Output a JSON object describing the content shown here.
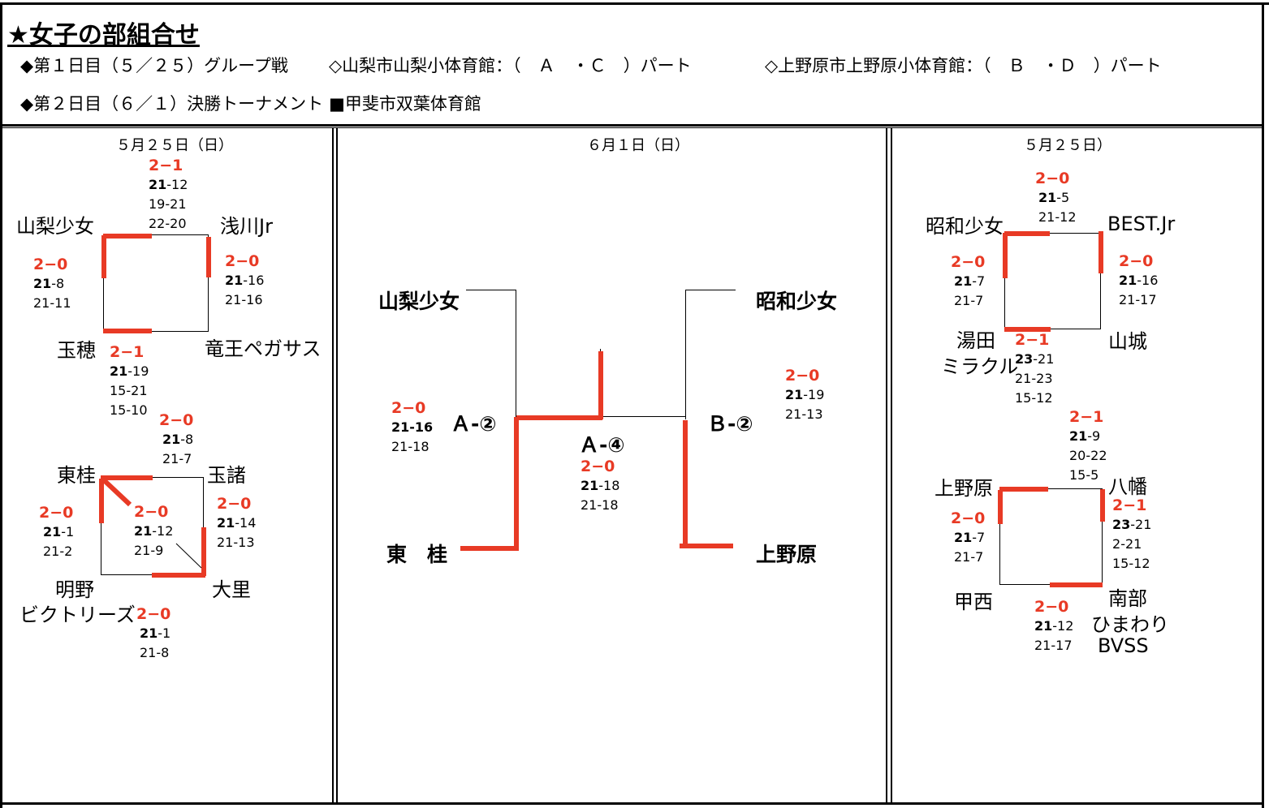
{
  "header": {
    "title": "★女子の部組合せ",
    "line1_a": "◆第１日目（５／２５）グループ戦",
    "line1_b": "◇山梨市山梨小体育館：（　Ａ　・Ｃ　）パート",
    "line1_c": "◇上野原市上野原小体育館：（　Ｂ　・Ｄ　）パート",
    "line2_a": "◆第２日目（６／１）決勝トーナメント",
    "line2_b": "■甲斐市双葉体育館"
  },
  "left_panel": {
    "date": "５月２５日（日）",
    "group1": {
      "teams": [
        "山梨少女",
        "浅川Jr",
        "玉穂",
        "竜王ペガサス"
      ],
      "top": {
        "result": "2−1",
        "sets": [
          [
            "21",
            "12"
          ],
          [
            "19",
            "21"
          ],
          [
            "22",
            "20"
          ]
        ]
      },
      "left": {
        "result": "2−0",
        "sets": [
          [
            "21",
            "8"
          ],
          [
            "21",
            "11"
          ]
        ]
      },
      "right": {
        "result": "2−0",
        "sets": [
          [
            "21",
            "16"
          ],
          [
            "21",
            "16"
          ]
        ]
      },
      "bottom": {
        "result": "2−1",
        "sets": [
          [
            "21",
            "19"
          ],
          [
            "15",
            "21"
          ],
          [
            "15",
            "10"
          ]
        ]
      }
    },
    "group2": {
      "teams": [
        "東桂",
        "玉諸",
        "明野",
        "ビクトリーズ",
        "大里"
      ],
      "top": {
        "result": "2−0",
        "sets": [
          [
            "21",
            "8"
          ],
          [
            "21",
            "7"
          ]
        ]
      },
      "left": {
        "result": "2−0",
        "sets": [
          [
            "21",
            "1"
          ],
          [
            "21",
            "2"
          ]
        ]
      },
      "center": {
        "result": "2−0",
        "sets": [
          [
            "21",
            "12"
          ],
          [
            "21",
            "9"
          ]
        ]
      },
      "right": {
        "result": "2−0",
        "sets": [
          [
            "21",
            "14"
          ],
          [
            "21",
            "13"
          ]
        ]
      },
      "bottom": {
        "result": "2−0",
        "sets": [
          [
            "21",
            "1"
          ],
          [
            "21",
            "8"
          ]
        ]
      }
    }
  },
  "center_panel": {
    "date": "６月１日（日）",
    "teams": {
      "top_left": "山梨少女",
      "bottom_left": "東　桂",
      "top_right": "昭和少女",
      "bottom_right": "上野原"
    },
    "seeds": {
      "left": "Ａ-②",
      "center": "Ａ-④",
      "right": "Ｂ-②"
    },
    "left_match": {
      "result": "2−0",
      "sets": [
        [
          "21",
          "16"
        ],
        [
          "21",
          "18"
        ]
      ]
    },
    "final_match": {
      "result": "2−0",
      "sets": [
        [
          "21",
          "18"
        ],
        [
          "21",
          "18"
        ]
      ]
    },
    "right_match": {
      "result": "2−0",
      "sets": [
        [
          "21",
          "19"
        ],
        [
          "21",
          "13"
        ]
      ]
    }
  },
  "right_panel": {
    "date": "５月２５日）",
    "group1": {
      "teams": [
        "昭和少女",
        "BEST.Jr",
        "湯田",
        "ミラクル",
        "山城"
      ],
      "top": {
        "result": "2−0",
        "sets": [
          [
            "21",
            "5"
          ],
          [
            "21",
            "12"
          ]
        ]
      },
      "left": {
        "result": "2−0",
        "sets": [
          [
            "21",
            "7"
          ],
          [
            "21",
            "7"
          ]
        ]
      },
      "right": {
        "result": "2−0",
        "sets": [
          [
            "21",
            "16"
          ],
          [
            "21",
            "17"
          ]
        ]
      },
      "bottom": {
        "result": "2−1",
        "sets": [
          [
            "23",
            "21"
          ],
          [
            "21",
            "23"
          ],
          [
            "15",
            "12"
          ]
        ]
      }
    },
    "group2": {
      "teams": [
        "上野原",
        "八幡",
        "甲西",
        "南部",
        "ひまわり",
        "BVSS"
      ],
      "top": {
        "result": "2−1",
        "sets": [
          [
            "21",
            "9"
          ],
          [
            "20",
            "22"
          ],
          [
            "15",
            "5"
          ]
        ]
      },
      "left": {
        "result": "2−0",
        "sets": [
          [
            "21",
            "7"
          ],
          [
            "21",
            "7"
          ]
        ]
      },
      "right": {
        "result": "2−1",
        "sets": [
          [
            "23",
            "21"
          ],
          [
            "2",
            "21"
          ],
          [
            "15",
            "12"
          ]
        ]
      },
      "bottom": {
        "result": "2−0",
        "sets": [
          [
            "21",
            "12"
          ],
          [
            "21",
            "17"
          ]
        ]
      }
    }
  },
  "colors": {
    "winner_line": "#e83a25",
    "result_text": "#e83a25"
  }
}
